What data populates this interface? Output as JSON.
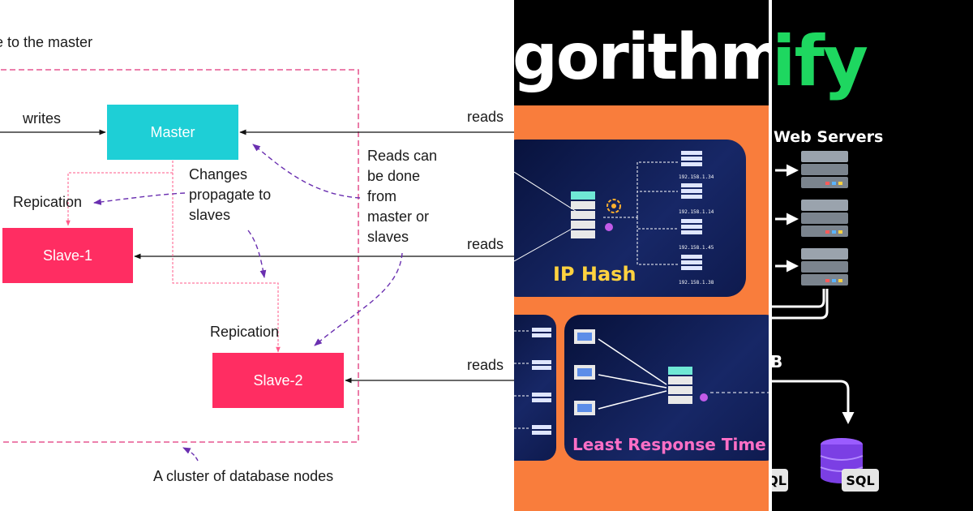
{
  "replication_diagram": {
    "top_text": "e to the master",
    "writes_label": "writes",
    "reads_labels": [
      "reads",
      "reads",
      "reads"
    ],
    "master_label": "Master",
    "slave1_label": "Slave-1",
    "slave2_label": "Slave-2",
    "replication_labels": [
      "Repication",
      "Repication"
    ],
    "changes_note": [
      "Changes",
      "propagate to",
      "slaves"
    ],
    "reads_note": [
      "Reads can",
      "be done",
      "from",
      "master or",
      "slaves"
    ],
    "cluster_caption": "A cluster of database nodes",
    "colors": {
      "master": "#1ecfd6",
      "slave": "#ff2d62",
      "cluster_border": "#e0357a",
      "annotation_arrow": "#6a2fb0",
      "replication_line": "#ff5a8a"
    }
  },
  "algorithms_panel": {
    "title_fragment": "gorithms",
    "ip_hash_card": {
      "title": "IP Hash",
      "ips": [
        "192.158.1.34",
        "192.158.1.14",
        "192.158.1.45",
        "192.158.1.38"
      ]
    },
    "least_response_card": {
      "title": "Least Response Time"
    },
    "colors": {
      "background": "#f97d3c",
      "card": "#0a1448",
      "ip_hash_title": "#ffd23f",
      "least_response_title": "#ff6fc6",
      "server_top": "#6fe8d5"
    }
  },
  "web_panel": {
    "title_fragment": "ify",
    "web_servers_label": "Web Servers",
    "partial_letter": "B",
    "sql_labels": [
      "QL",
      "SQL"
    ],
    "colors": {
      "title": "#1ed760",
      "database": "#7b3fe4"
    }
  }
}
